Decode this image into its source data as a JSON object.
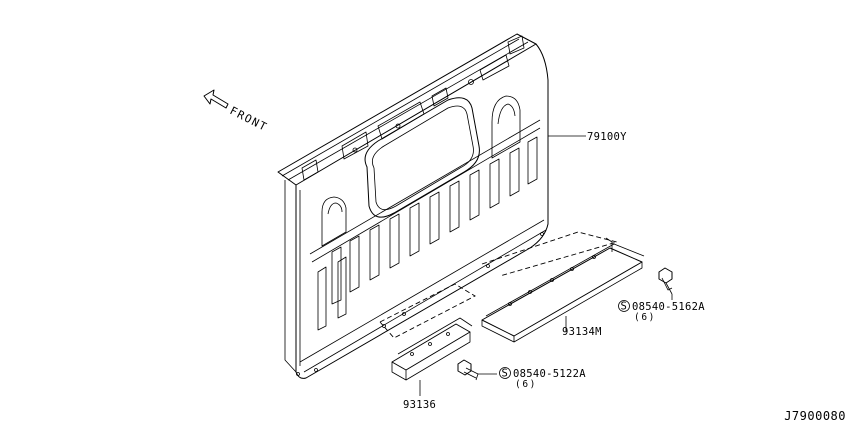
{
  "direction_label": "FRONT",
  "parts": {
    "back_panel": {
      "part_number": "79100Y"
    },
    "long_trim": {
      "part_number": "93134M"
    },
    "short_trim": {
      "part_number": "93136"
    },
    "screw_right": {
      "symbol": "S",
      "part_number": "08540-5162A",
      "quantity": "(6)"
    },
    "screw_left": {
      "symbol": "S",
      "part_number": "08540-5122A",
      "quantity": "(6)"
    }
  },
  "diagram_code": "J7900080"
}
